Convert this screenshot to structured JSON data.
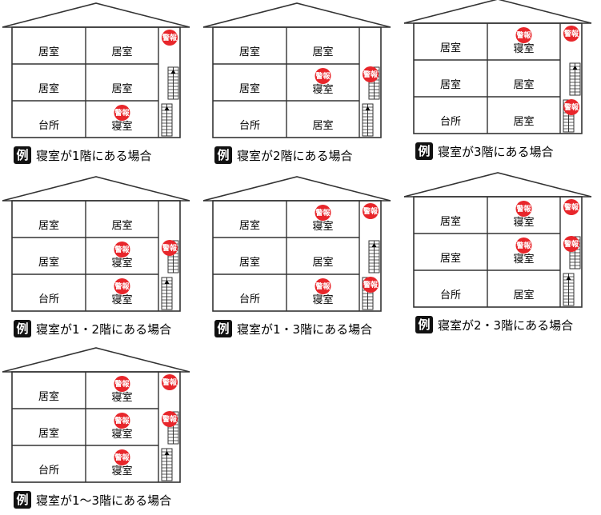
{
  "example_label": "例",
  "alarm_label": "警報",
  "panels": [
    {
      "caption": "寝室が1階にある場合",
      "floors": [
        {
          "left": "居室",
          "right": "居室",
          "stair_alarm": true,
          "right_alarm": false
        },
        {
          "left": "居室",
          "right": "居室",
          "stair_alarm": false,
          "right_alarm": false
        },
        {
          "left": "台所",
          "right": "寝室",
          "stair_alarm": false,
          "right_alarm": true
        }
      ]
    },
    {
      "caption": "寝室が2階にある場合",
      "floors": [
        {
          "left": "居室",
          "right": "居室",
          "stair_alarm": false,
          "right_alarm": false
        },
        {
          "left": "居室",
          "right": "寝室",
          "stair_alarm": true,
          "right_alarm": true
        },
        {
          "left": "台所",
          "right": "居室",
          "stair_alarm": false,
          "right_alarm": false
        }
      ]
    },
    {
      "caption": "寝室が3階にある場合",
      "floors": [
        {
          "left": "居室",
          "right": "寝室",
          "stair_alarm": true,
          "right_alarm": true
        },
        {
          "left": "居室",
          "right": "居室",
          "stair_alarm": false,
          "right_alarm": false
        },
        {
          "left": "台所",
          "right": "居室",
          "stair_alarm": true,
          "right_alarm": false
        }
      ]
    },
    {
      "caption": "寝室が1・2階にある場合",
      "floors": [
        {
          "left": "居室",
          "right": "居室",
          "stair_alarm": false,
          "right_alarm": false
        },
        {
          "left": "居室",
          "right": "寝室",
          "stair_alarm": true,
          "right_alarm": true
        },
        {
          "left": "台所",
          "right": "寝室",
          "stair_alarm": false,
          "right_alarm": true
        }
      ]
    },
    {
      "caption": "寝室が1・3階にある場合",
      "floors": [
        {
          "left": "居室",
          "right": "寝室",
          "stair_alarm": true,
          "right_alarm": true
        },
        {
          "left": "居室",
          "right": "居室",
          "stair_alarm": false,
          "right_alarm": false
        },
        {
          "left": "台所",
          "right": "寝室",
          "stair_alarm": true,
          "right_alarm": true
        }
      ]
    },
    {
      "caption": "寝室が2・3階にある場合",
      "floors": [
        {
          "left": "居室",
          "right": "寝室",
          "stair_alarm": true,
          "right_alarm": true
        },
        {
          "left": "居室",
          "right": "寝室",
          "stair_alarm": true,
          "right_alarm": true
        },
        {
          "left": "台所",
          "right": "居室",
          "stair_alarm": false,
          "right_alarm": false
        }
      ]
    },
    {
      "caption": "寝室が1〜3階にある場合",
      "floors": [
        {
          "left": "居室",
          "right": "寝室",
          "stair_alarm": true,
          "right_alarm": true
        },
        {
          "left": "居室",
          "right": "寝室",
          "stair_alarm": true,
          "right_alarm": true
        },
        {
          "left": "台所",
          "right": "寝室",
          "stair_alarm": false,
          "right_alarm": true
        }
      ]
    }
  ],
  "colors": {
    "line": "#333333",
    "alarm": "#e8262b",
    "example_bg": "#111111"
  }
}
